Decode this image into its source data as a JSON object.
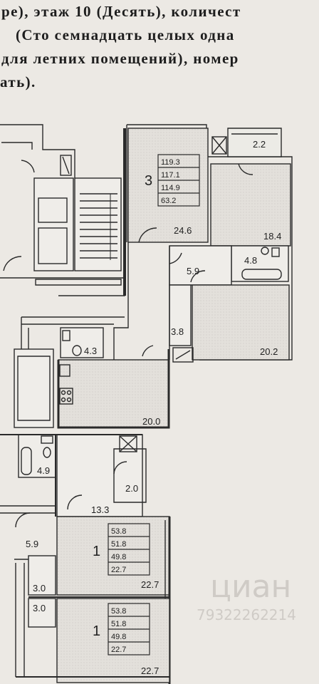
{
  "document_text": {
    "lines": [
      "ре), этаж 10 (Десять), количест",
      "(Сто семнадцать целых одна",
      "для летних помещений), номер",
      "ать)."
    ]
  },
  "floor_plan": {
    "apartment_3": {
      "number": "3",
      "areas": [
        "119.3",
        "117.1",
        "114.9",
        "63.2"
      ],
      "rooms": [
        "24.6",
        "18.4",
        "2.2",
        "4.8",
        "5.9",
        "20.2",
        "3.8",
        "4.3",
        "20.0"
      ]
    },
    "apartment_1a": {
      "number": "1",
      "areas": [
        "53.8",
        "51.8",
        "49.8",
        "22.7"
      ],
      "rooms": [
        "4.9",
        "2.0",
        "13.3",
        "5.9",
        "3.0",
        "22.7"
      ]
    },
    "apartment_1b": {
      "number": "1",
      "areas": [
        "53.8",
        "51.8",
        "49.8",
        "22.7"
      ],
      "rooms": [
        "3.0",
        "22.7"
      ]
    }
  },
  "watermark": {
    "brand": "циан",
    "phone": "79322262214"
  }
}
